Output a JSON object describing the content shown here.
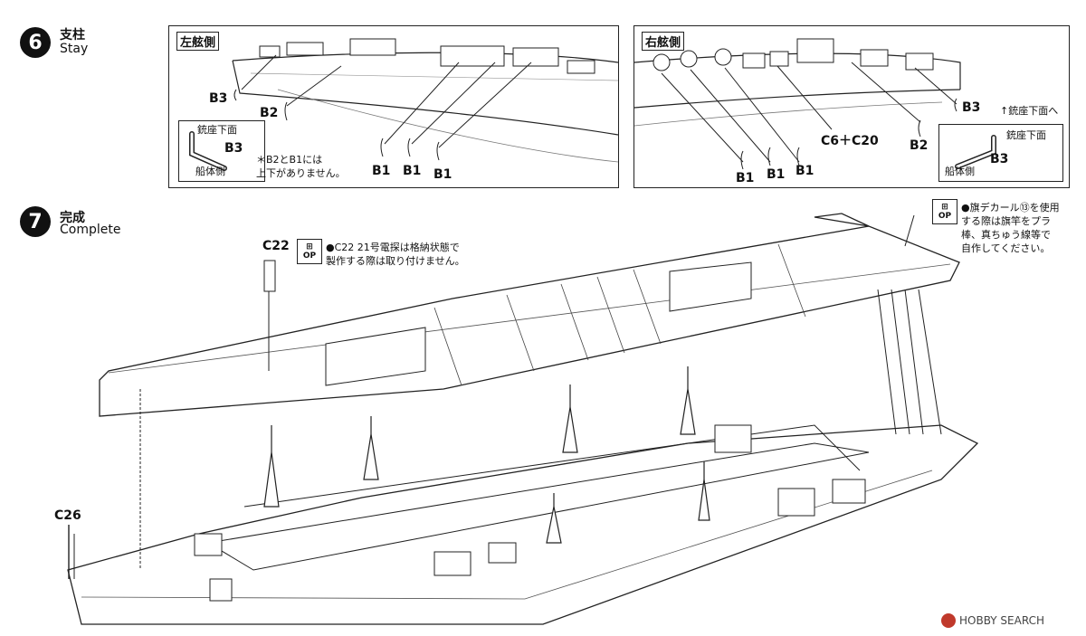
{
  "steps": [
    {
      "number": "6",
      "title_ja": "支柱",
      "title_en": "Stay"
    },
    {
      "number": "7",
      "title_ja": "完成",
      "title_en": "Complete"
    }
  ],
  "port_panel": {
    "tag": "左舷側",
    "labels": [
      "B3",
      "B2",
      "B1",
      "B1",
      "B1"
    ],
    "inset": {
      "label_top": "銃座下面",
      "part": "B3",
      "label_bottom": "船体側"
    },
    "note_line1": "＊B2とB1には",
    "note_line2": "上下がありません。"
  },
  "starboard_panel": {
    "tag": "右舷側",
    "labels": [
      "B1",
      "B1",
      "B1",
      "C6＋C20",
      "B2",
      "B3"
    ],
    "gun_note": "↑銃座下面へ",
    "inset": {
      "label_top": "銃座下面",
      "part": "B3",
      "label_bottom": "船体側"
    }
  },
  "complete": {
    "c22": {
      "part": "C22",
      "op": "OP",
      "note_line1": "●C22 21号電探は格納状態で",
      "note_line2": "製作する際は取り付けません。"
    },
    "flag": {
      "op": "OP",
      "line1": "●旗デカール⑬を使用",
      "line2": "する際は旗竿をプラ",
      "line3": "棒、真ちゅう線等で",
      "line4": "自作してください。"
    },
    "c26": "C26"
  },
  "watermark": "HOBBY SEARCH"
}
